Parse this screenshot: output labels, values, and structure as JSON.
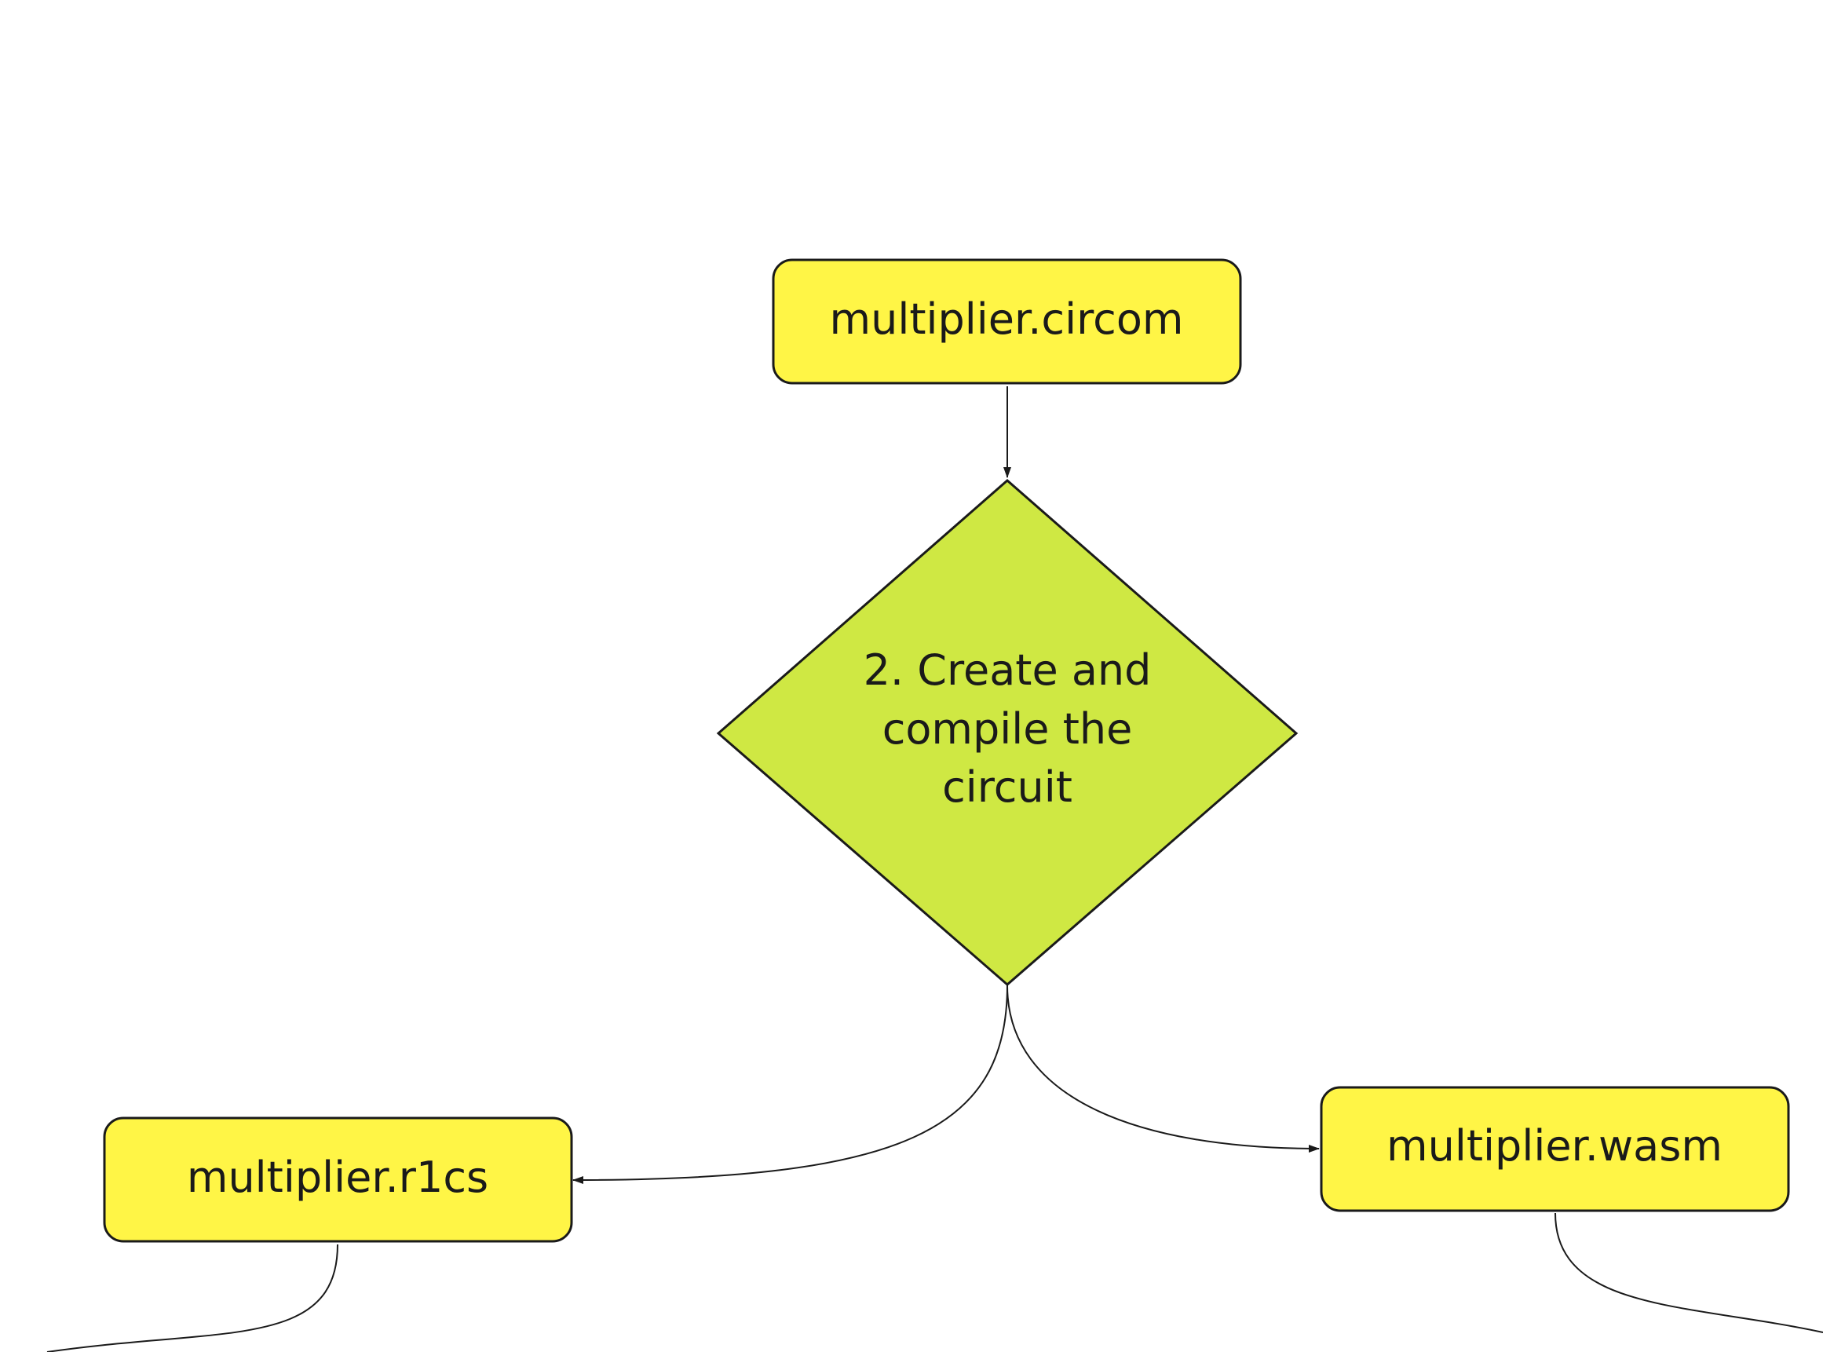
{
  "colors": {
    "file_box": "#fff546",
    "process_diamond": "#cfe843",
    "stroke": "#1a1a1a",
    "background": "#ffffff"
  },
  "nodes": {
    "circom": {
      "label": "multiplier.circom"
    },
    "compile": {
      "lines": [
        "2. Create and",
        "compile the",
        "circuit"
      ]
    },
    "r1cs": {
      "label": "multiplier.r1cs"
    },
    "wasm": {
      "label": "multiplier.wasm"
    }
  }
}
